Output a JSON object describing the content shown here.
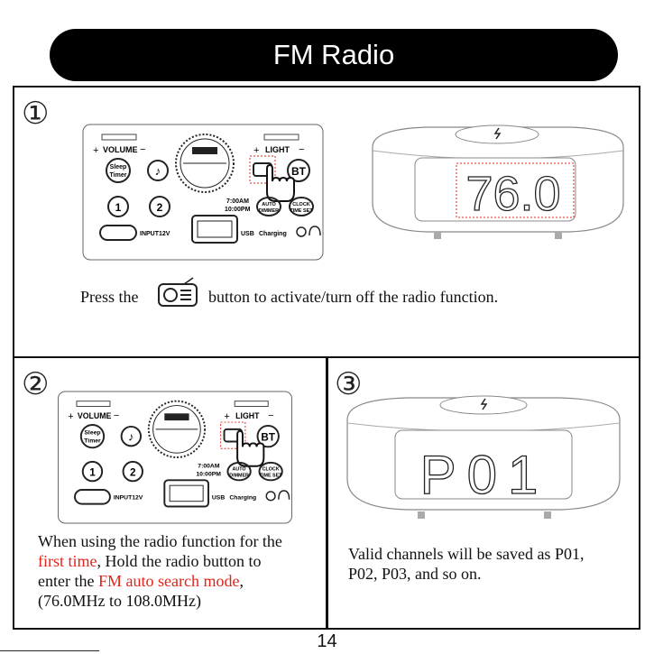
{
  "header": {
    "title": "FM Radio"
  },
  "steps": [
    {
      "number": "①",
      "caption_before": "Press the",
      "caption_after": "button to activate/turn off the radio function.",
      "display": "76.0"
    },
    {
      "number": "②",
      "caption": {
        "l1": "When using the radio function for the",
        "l2_red": "first time",
        "l2_rest": ", Hold the radio button to",
        "l3_start": "enter the ",
        "l3_red": "FM auto search mode",
        "l3_end": ",",
        "l4": "(76.0MHz to 108.0MHz)"
      }
    },
    {
      "number": "③",
      "display": "P01",
      "caption": {
        "l1": "Valid channels will be saved as P01,",
        "l2": "P02, P03, and so on."
      }
    }
  ],
  "panel_labels": {
    "volume": "VOLUME",
    "light": "LIGHT",
    "plus": "+",
    "minus": "−",
    "sleep_top": "Sleep",
    "sleep_bottom": "Timer",
    "bt": "BT",
    "alarm1": "7:00AM",
    "alarm2": "10:00PM",
    "auto_top": "AUTO",
    "auto_bottom": "DIMMER",
    "clock_top": "CLOCK",
    "clock_bottom": "TIME SET",
    "input": "INPUT12V",
    "usb": "USB",
    "charging": "Charging"
  },
  "footer": {
    "page_number": "14"
  },
  "colors": {
    "accent_red": "#e1251b",
    "pill": "#000000"
  }
}
